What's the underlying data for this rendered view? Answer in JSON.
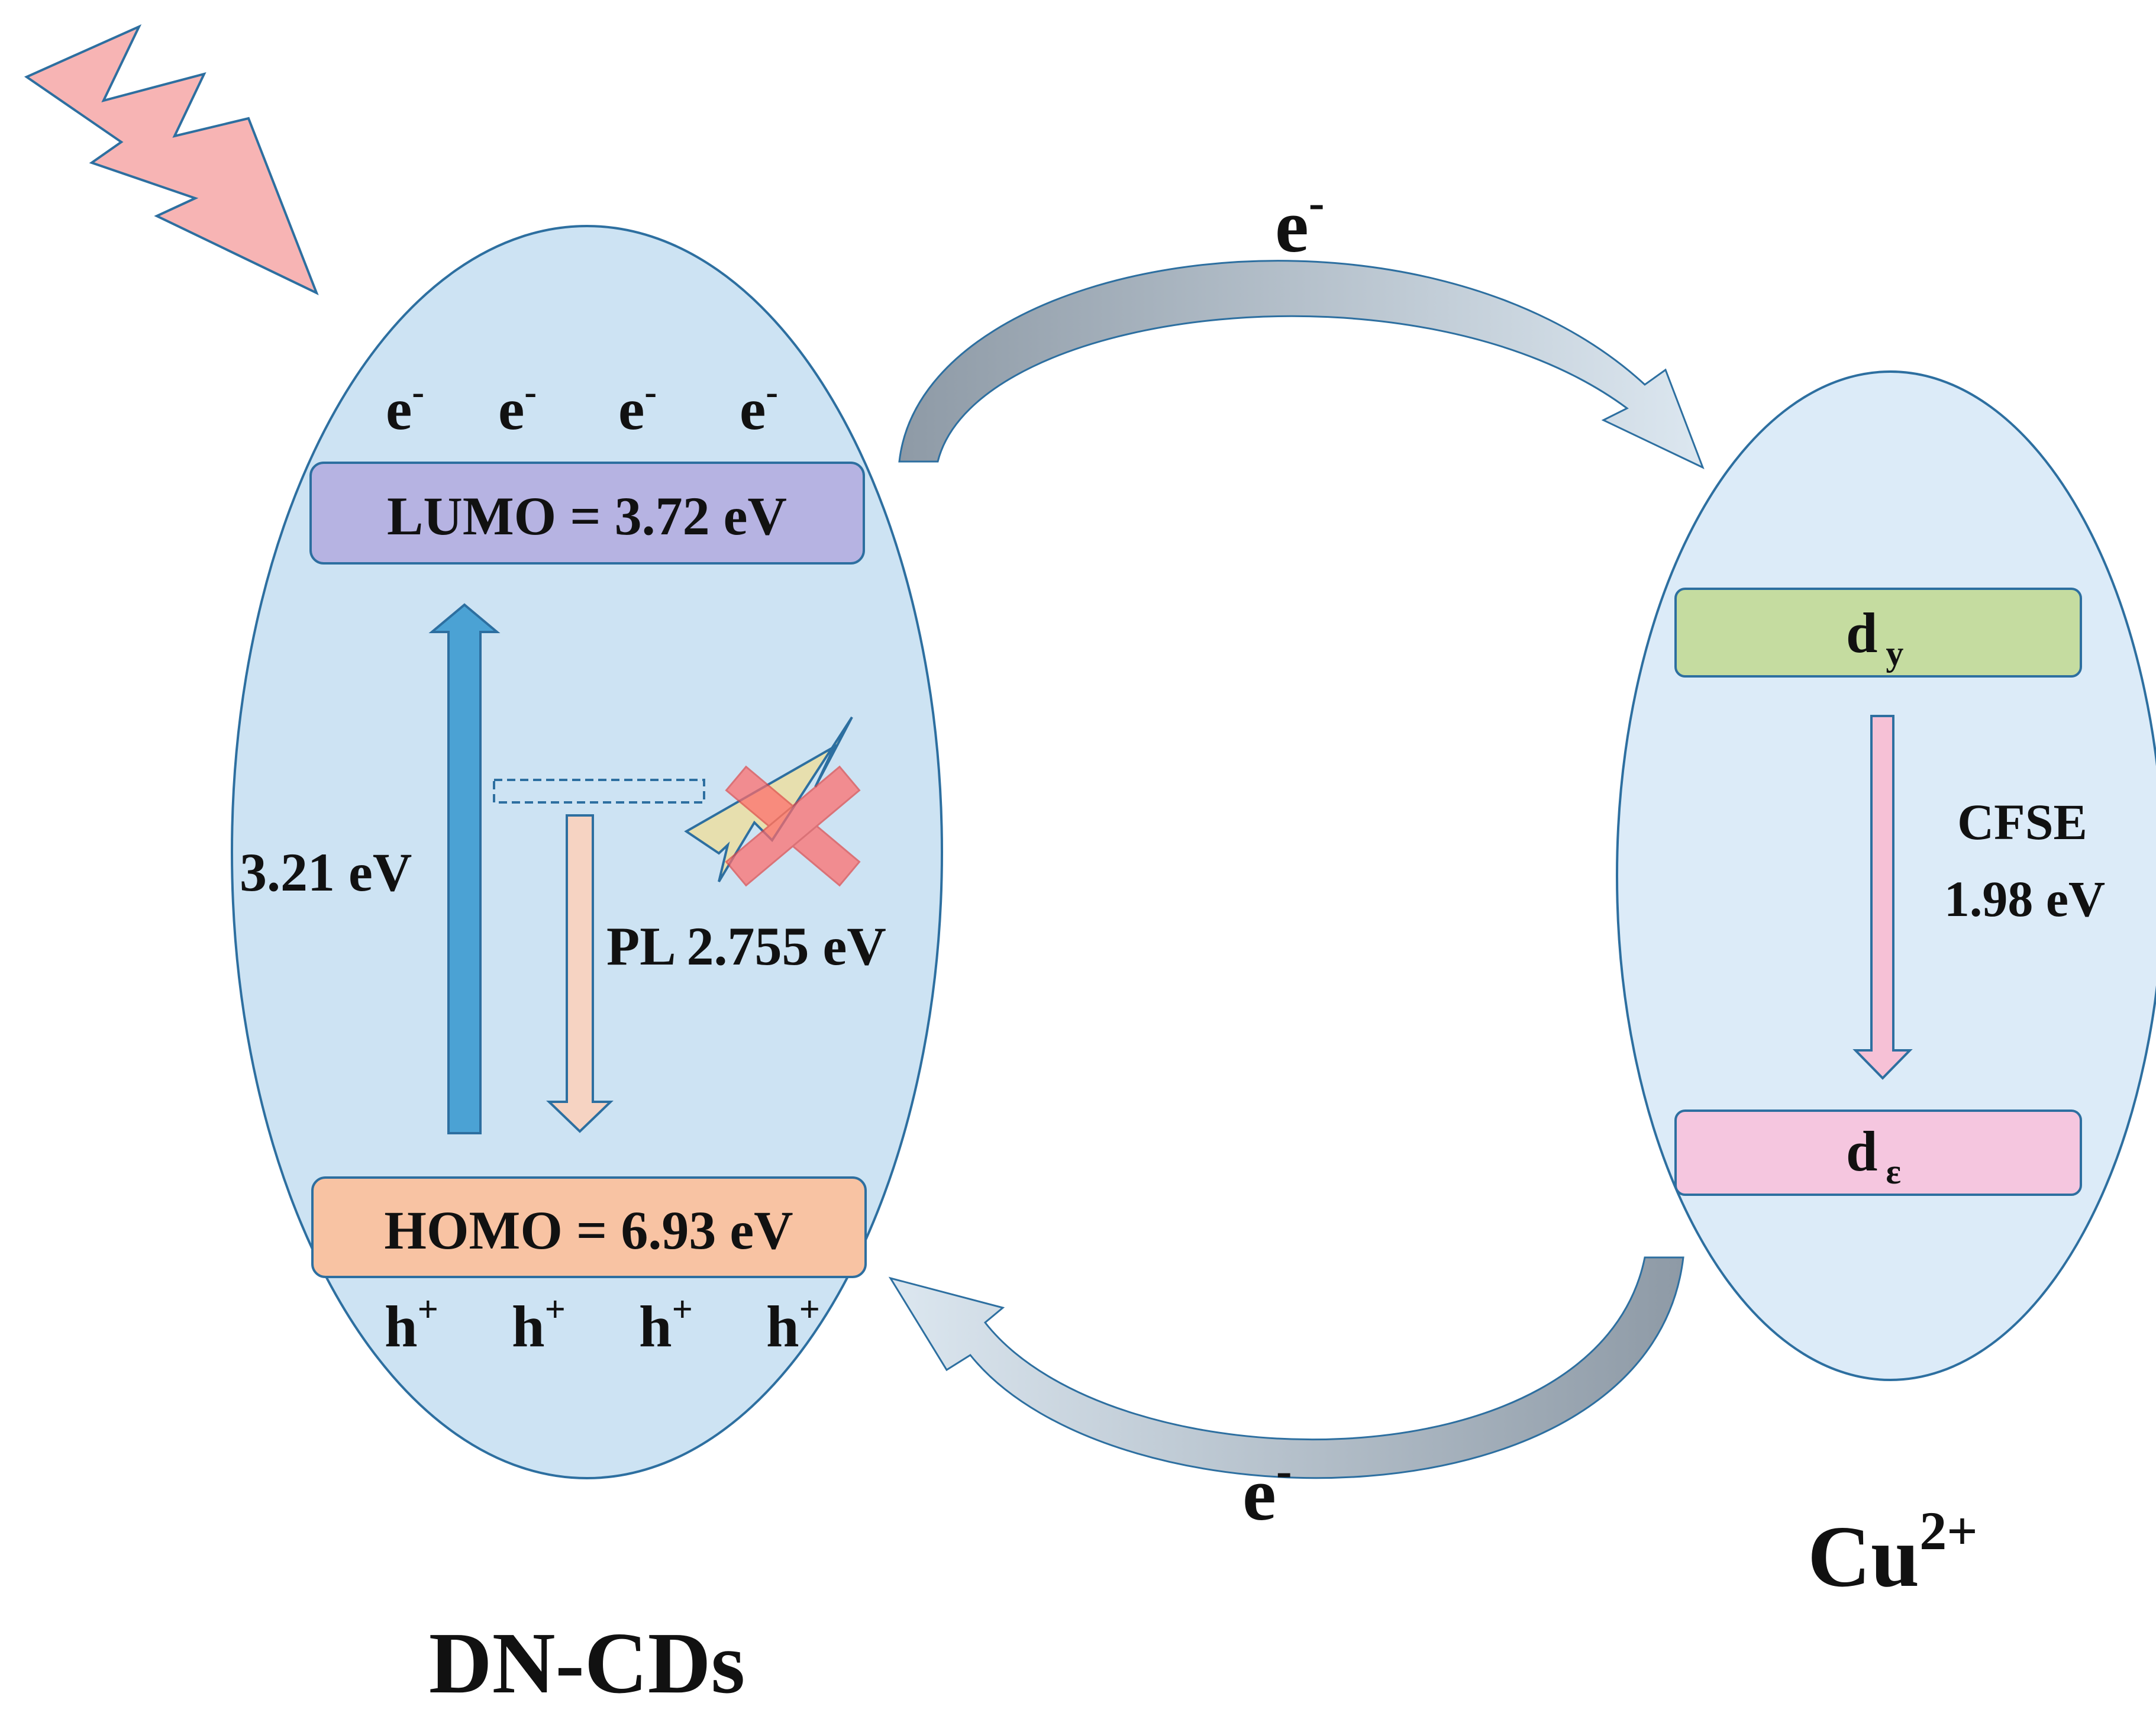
{
  "left_system": {
    "name": "DN-CDs",
    "lumo_label": "LUMO = 3.72 eV",
    "homo_label": "HOMO = 6.93 eV",
    "electron_base": "e",
    "electron_sup": "-",
    "hole_base": "h",
    "hole_sup": "+",
    "gap_label": "3.21 eV",
    "pl_label": "PL 2.755 eV"
  },
  "right_system": {
    "name_base": "Cu",
    "name_sup": "2+",
    "upper_level_base": "d",
    "upper_level_sub": "y",
    "lower_level_base": "d",
    "lower_level_sub": "ε",
    "splitting_label": "CFSE",
    "splitting_value": "1.98 eV"
  },
  "transfer": {
    "top_base": "e",
    "top_sup": "-",
    "bottom_base": "e",
    "bottom_sup": "-"
  },
  "colors": {
    "ellipse_fill": "#cde3f3",
    "ellipse_fill_right": "#dcebf8",
    "ellipse_stroke": "#2d6fa0",
    "lumo_fill": "#b6b3e2",
    "homo_fill": "#f8c3a3",
    "dy_fill": "#c5dca0",
    "de_fill": "#f5c6df",
    "excitation_arrow": "#4ba2d4",
    "pl_arrow": "#f6d3c2",
    "cfse_arrow": "#f6c1d6",
    "lightning": "#f7b4b4",
    "quenched_lightning": "#e7dfae",
    "cross": "#ff6b6b",
    "transfer_arrow_dark": "#8e9aa6",
    "transfer_arrow_light": "#dce7f0"
  }
}
